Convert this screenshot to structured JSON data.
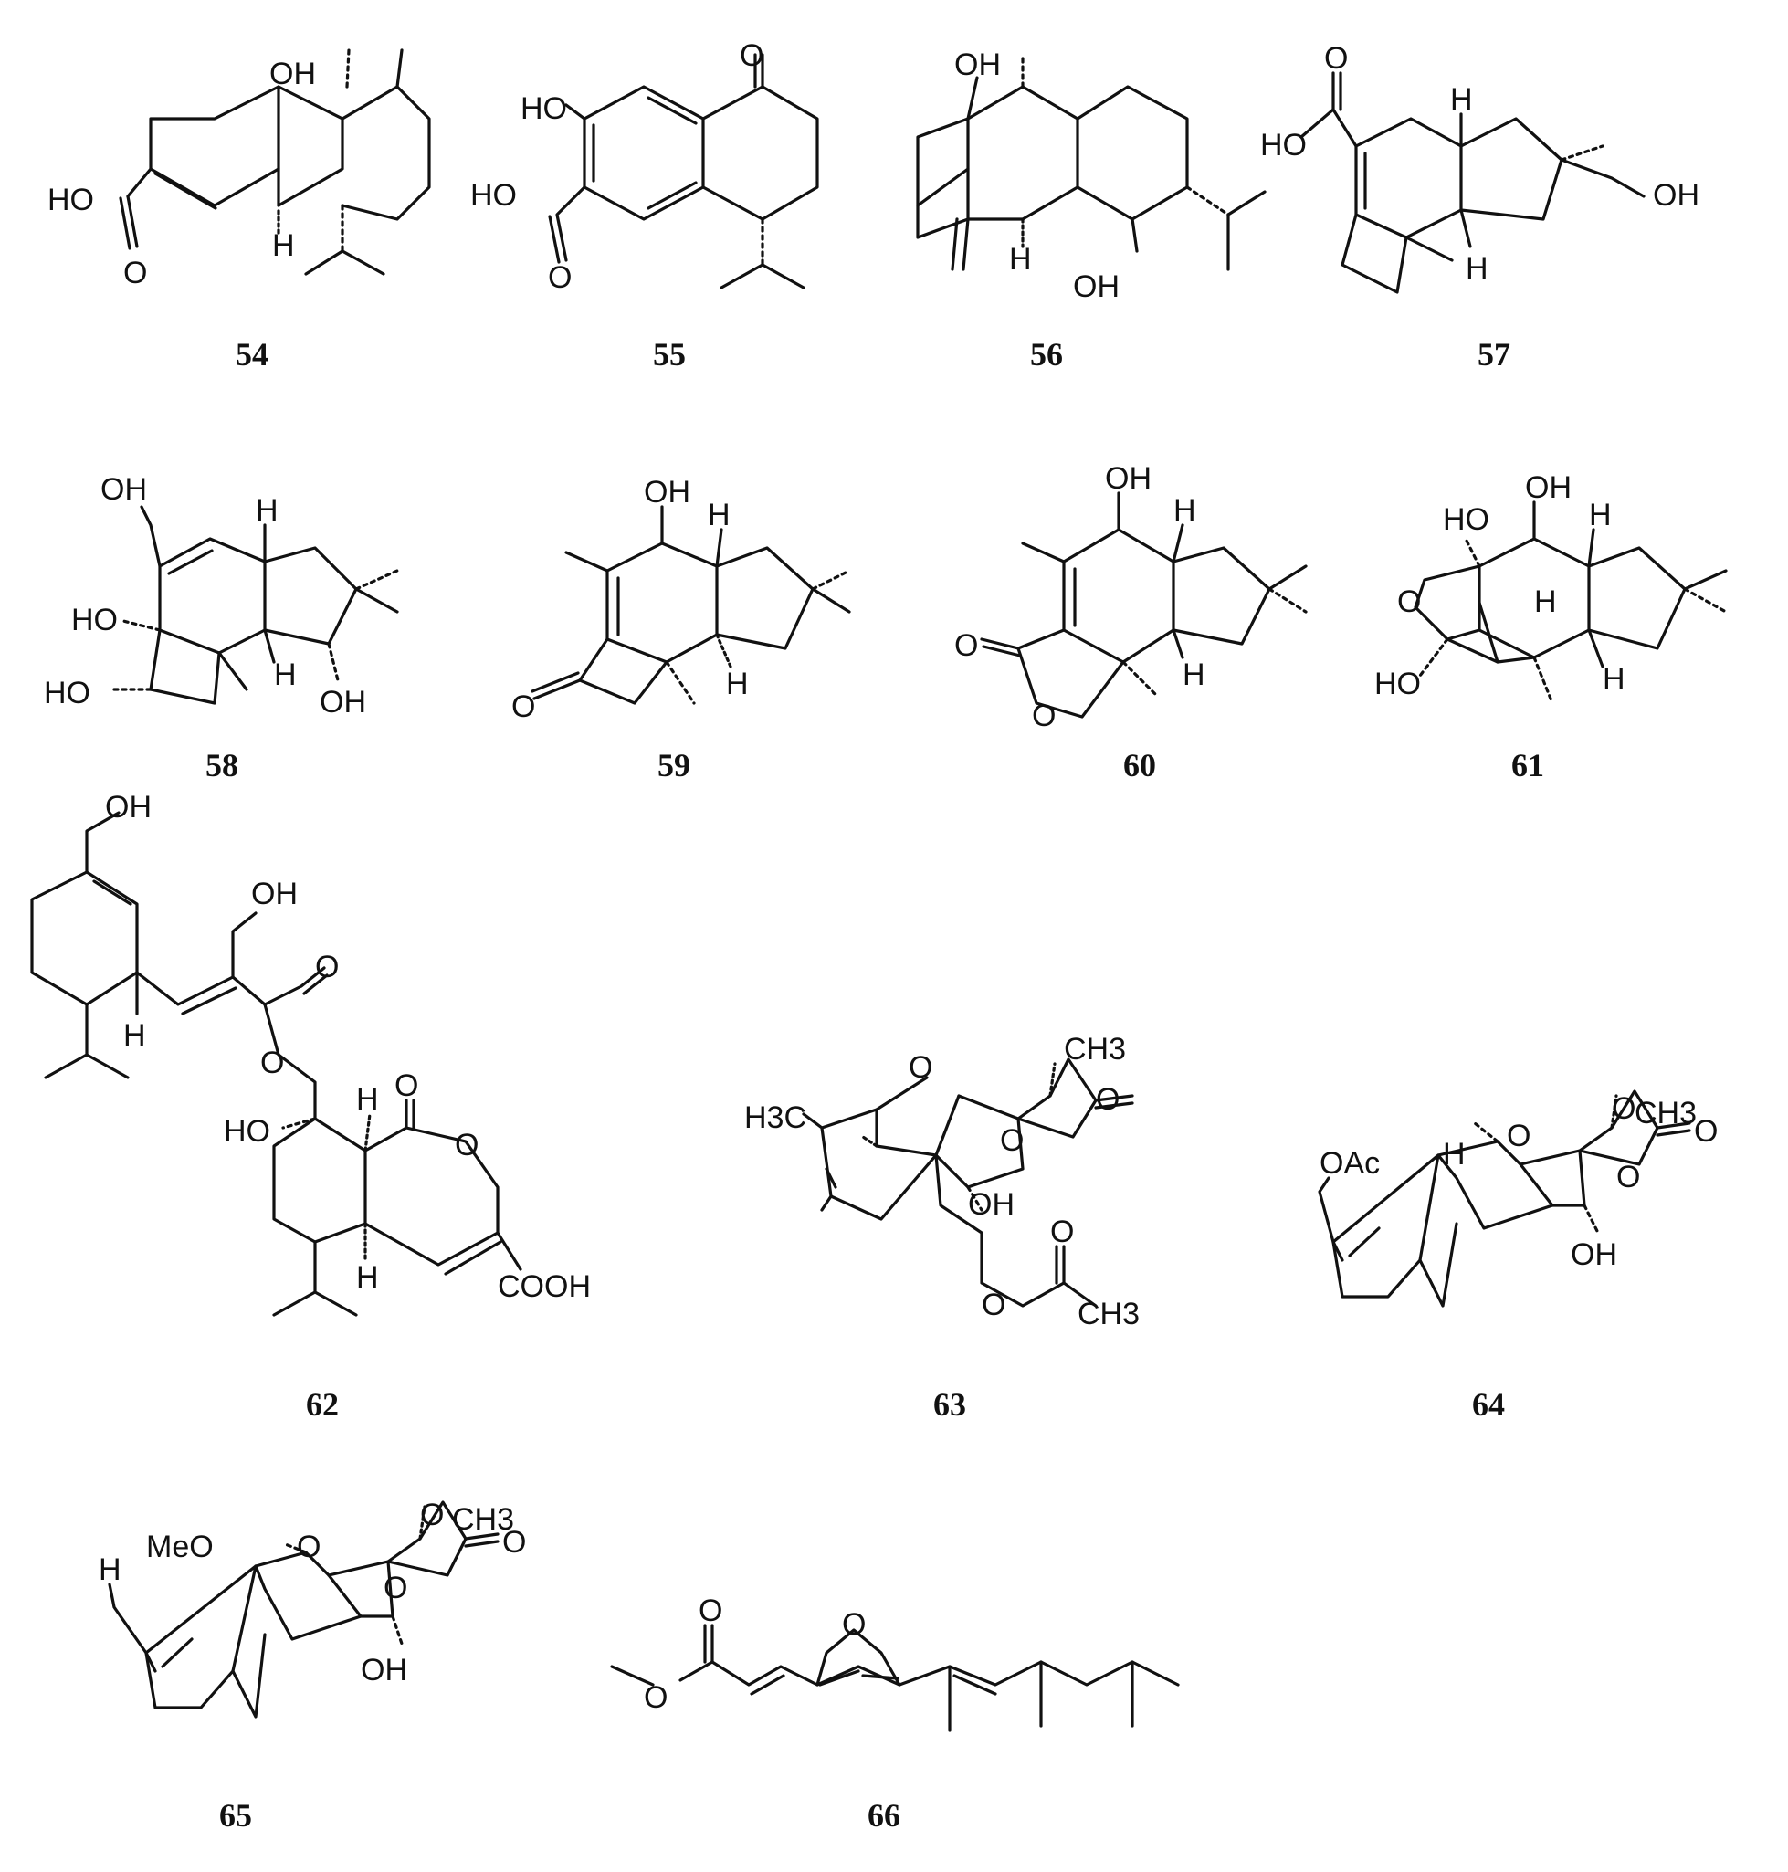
{
  "compounds": [
    {
      "id": "54",
      "labels": [
        "OH",
        "H",
        "HO",
        "O"
      ]
    },
    {
      "id": "55",
      "labels": [
        "HO",
        "HO",
        "O",
        "O"
      ]
    },
    {
      "id": "56",
      "labels": [
        "OH",
        "H",
        "OH"
      ]
    },
    {
      "id": "57",
      "labels": [
        "O",
        "HO",
        "H",
        "OH",
        "H"
      ]
    },
    {
      "id": "58",
      "labels": [
        "OH",
        "H",
        "HO",
        "HO",
        "H",
        "OH"
      ]
    },
    {
      "id": "59",
      "labels": [
        "OH",
        "H",
        "O",
        "H"
      ]
    },
    {
      "id": "60",
      "labels": [
        "OH",
        "H",
        "O",
        "O",
        "H"
      ]
    },
    {
      "id": "61",
      "labels": [
        "OH",
        "HO",
        "H",
        "O",
        "H",
        "HO",
        "H"
      ]
    },
    {
      "id": "62",
      "labels": [
        "OH",
        "OH",
        "O",
        "H",
        "O",
        "O",
        "HO",
        "H",
        "O",
        "H",
        "COOH"
      ]
    },
    {
      "id": "63",
      "labels": [
        "O",
        "CH3",
        "H3C",
        "O",
        "O",
        "OH",
        "O",
        "O",
        "CH3"
      ]
    },
    {
      "id": "64",
      "labels": [
        "OAc",
        "H",
        "O",
        "O",
        "CH3",
        "O",
        "O",
        "OH"
      ]
    },
    {
      "id": "65",
      "labels": [
        "H",
        "MeO",
        "O",
        "O",
        "CH3",
        "O",
        "O",
        "OH"
      ]
    },
    {
      "id": "66",
      "labels": [
        "O",
        "O",
        "O"
      ]
    }
  ]
}
